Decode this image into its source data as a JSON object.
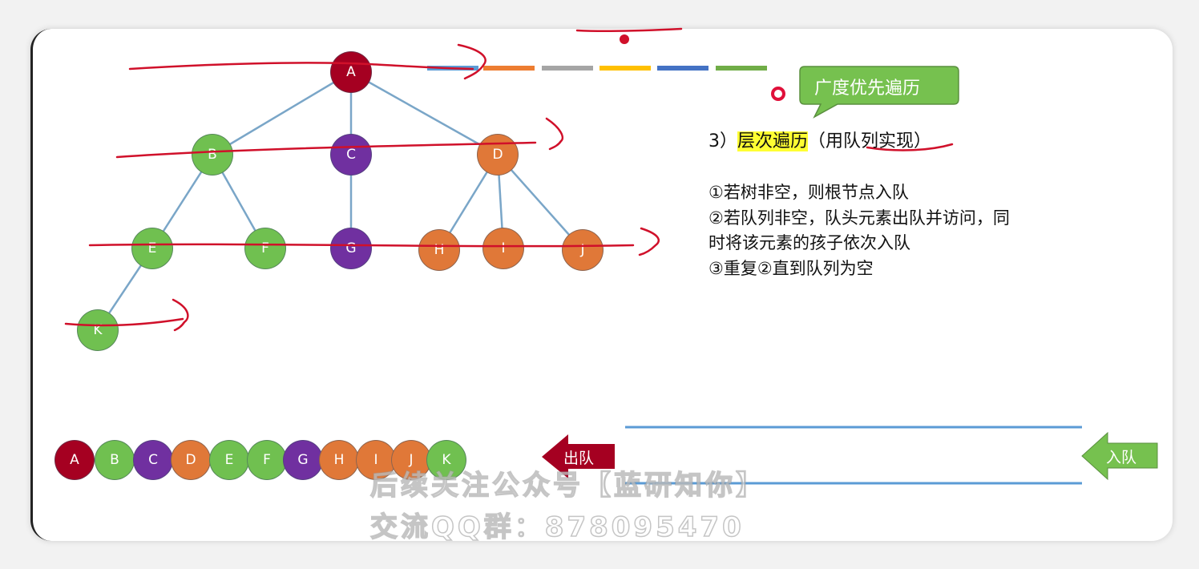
{
  "colors": {
    "red": "#a50021",
    "green": "#70c050",
    "purple": "#7030a0",
    "orange": "#e07838",
    "edge": "#7aa6c8"
  },
  "tree": {
    "nodes": [
      {
        "id": "A",
        "color": "red"
      },
      {
        "id": "B",
        "color": "green"
      },
      {
        "id": "C",
        "color": "purple"
      },
      {
        "id": "D",
        "color": "orange"
      },
      {
        "id": "E",
        "color": "green"
      },
      {
        "id": "F",
        "color": "green"
      },
      {
        "id": "G",
        "color": "purple"
      },
      {
        "id": "H",
        "color": "orange"
      },
      {
        "id": "I",
        "color": "orange"
      },
      {
        "id": "J",
        "color": "orange"
      },
      {
        "id": "K",
        "color": "green"
      }
    ],
    "edges": [
      [
        "A",
        "B"
      ],
      [
        "A",
        "C"
      ],
      [
        "A",
        "D"
      ],
      [
        "B",
        "E"
      ],
      [
        "B",
        "F"
      ],
      [
        "C",
        "G"
      ],
      [
        "D",
        "H"
      ],
      [
        "D",
        "I"
      ],
      [
        "D",
        "J"
      ],
      [
        "E",
        "K"
      ]
    ]
  },
  "queue_output": [
    "A",
    "B",
    "C",
    "D",
    "E",
    "F",
    "G",
    "H",
    "I",
    "J",
    "K"
  ],
  "callout": "广度优先遍历",
  "heading": {
    "num": "3）",
    "highlight": "层次遍历",
    "rest": "（用队列实现）"
  },
  "steps": [
    "①若树非空，则根节点入队",
    "②若队列非空，队头元素出队并访问，同",
    "时将该元素的孩子依次入队",
    "③重复②直到队列为空"
  ],
  "dequeue_label": "出队",
  "enqueue_label": "入队",
  "watermark": [
    "后续关注公众号【蓝研知你】",
    "交流QQ群：878095470"
  ]
}
